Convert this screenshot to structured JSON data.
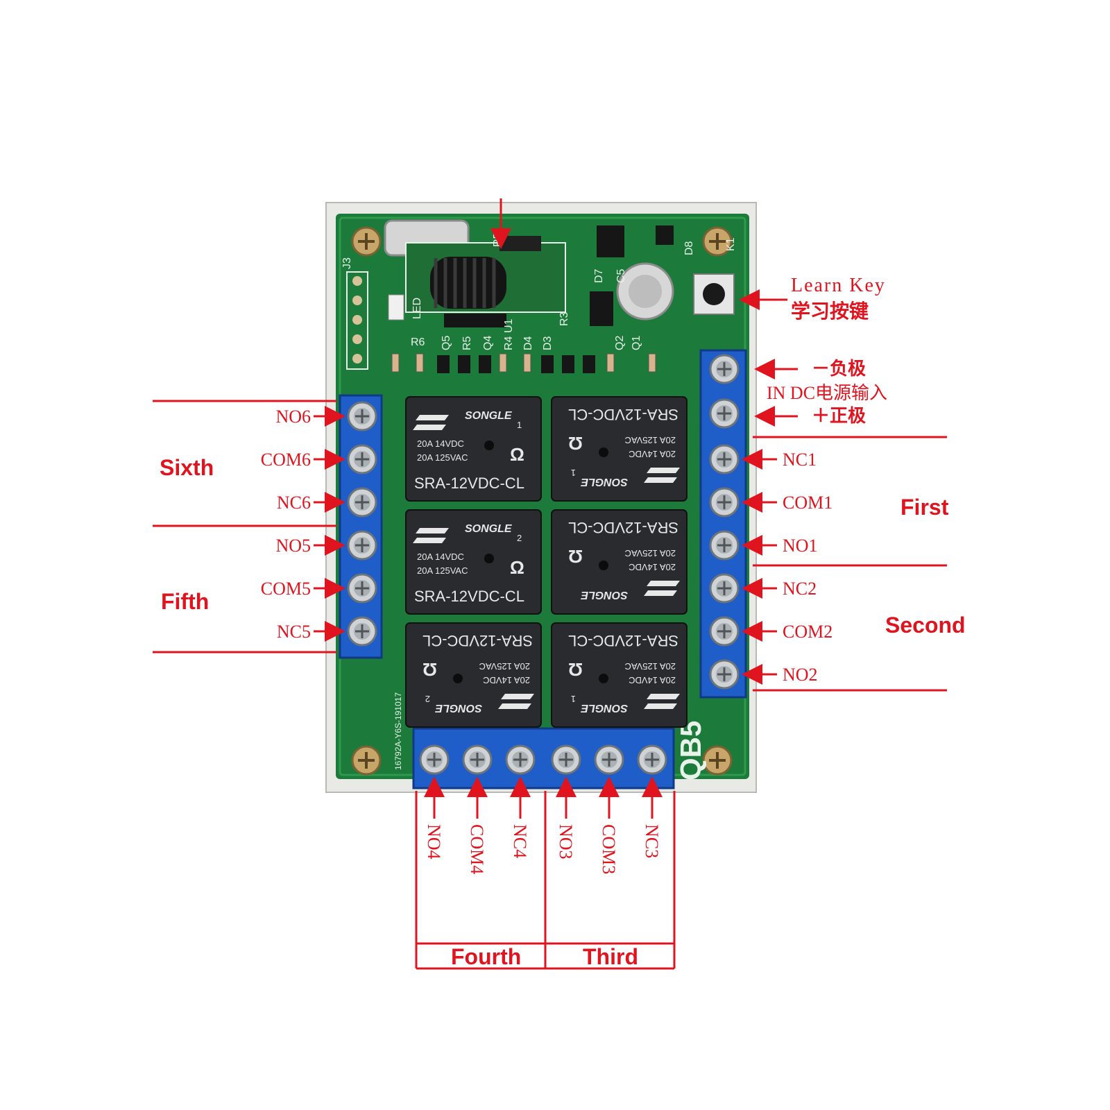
{
  "colors": {
    "annotation": "#e0141e",
    "pcb": "#1c7a3a",
    "terminal": "#1f5ec8",
    "relay": "#2a2b2e",
    "board_frame": "#e9e9e6"
  },
  "annotations": {
    "learn_key_en": "Learn Key",
    "learn_key_cn": "学习按键",
    "power_negative": "－负极",
    "power_input": "IN DC电源输入",
    "power_positive": "＋正极"
  },
  "channels": {
    "first": "First",
    "second": "Second",
    "third": "Third",
    "fourth": "Fourth",
    "fifth": "Fifth",
    "sixth": "Sixth"
  },
  "terminals": {
    "left": [
      "NO6",
      "COM6",
      "NC6",
      "NO5",
      "COM5",
      "NC5"
    ],
    "right": [
      "NC1",
      "COM1",
      "NO1",
      "NC2",
      "COM2",
      "NO2"
    ],
    "bottom": [
      "NO4",
      "COM4",
      "NC4",
      "NO3",
      "COM3",
      "NC3"
    ]
  },
  "relays": [
    {
      "brand": "SONGLE",
      "rating1": "20A 14VDC",
      "rating2": "20A 125VAC",
      "model": "SRA-12VDC-CL",
      "index": "1"
    },
    {
      "brand": "SONGLE",
      "rating1": "20A 14VDC",
      "rating2": "20A 125VAC",
      "model": "SRA-12VDC-CL",
      "index": "1"
    },
    {
      "brand": "SONGLE",
      "rating1": "20A 14VDC",
      "rating2": "20A 125VAC",
      "model": "SRA-12VDC-CL",
      "index": "2"
    },
    {
      "brand": "SONGLE",
      "rating1": "20A 14VDC",
      "rating2": "20A 125VAC",
      "model": "SRA-12VDC-CL",
      "index": ""
    },
    {
      "brand": "SONGLE",
      "rating1": "20A 14VDC",
      "rating2": "20A 125VAC",
      "model": "SRA-12VDC-CL",
      "index": "2"
    },
    {
      "brand": "SONGLE",
      "rating1": "20A 14VDC",
      "rating2": "20A 125VAC",
      "model": "SRA-12VDC-CL",
      "index": "1"
    }
  ],
  "silkscreen": {
    "part_no": "16792A-Y6S-191017",
    "model_mark": "QB5",
    "rf": "RF",
    "j3": "J3",
    "led": "LED",
    "u1": "U1",
    "k1": "K1",
    "d8": "D8",
    "r6": "R6",
    "q5": "Q5",
    "r5": "R5",
    "q4": "Q4",
    "r4": "R4",
    "d4": "D4",
    "d3": "D3",
    "r3": "R3",
    "q2": "Q2",
    "q1": "Q1",
    "d7": "D7",
    "c5": "C5"
  }
}
